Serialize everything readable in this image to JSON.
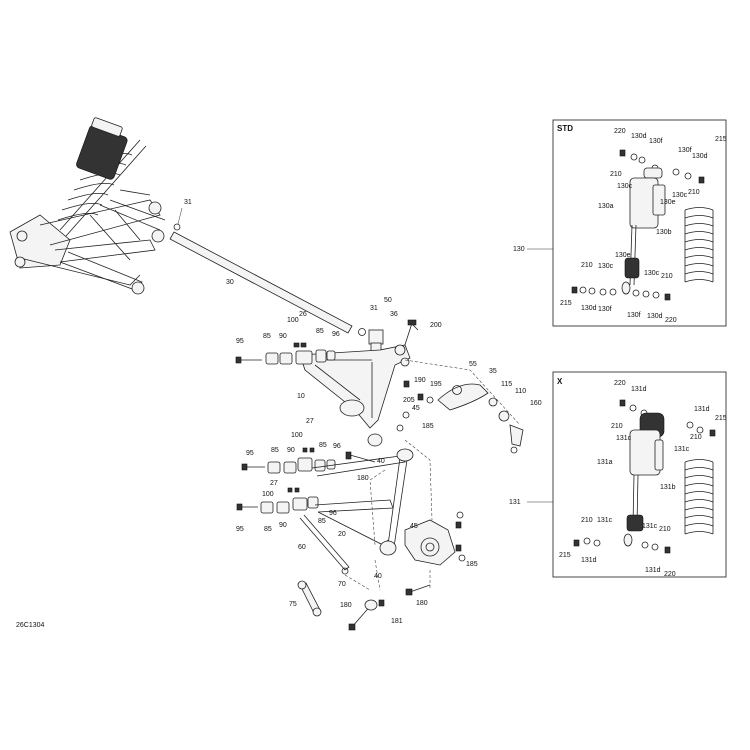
{
  "diagram_code": "26C1304",
  "boxes": {
    "std_title": "STD",
    "x_title": "X"
  },
  "labels": {
    "l31a": "31",
    "l30": "30",
    "l31b": "31",
    "l50": "50",
    "l36": "36",
    "l200": "200",
    "l95a": "95",
    "l85a": "85",
    "l100a": "100",
    "l90a": "90",
    "l26": "26",
    "l85b": "85",
    "l96a": "96",
    "l10": "10",
    "l55": "55",
    "l190": "190",
    "l195": "195",
    "l205": "205",
    "l35": "35",
    "l115": "115",
    "l110": "110",
    "l160": "160",
    "l45a": "45",
    "l185a": "185",
    "l27a": "27",
    "l100b": "100",
    "l85c": "85",
    "l96b": "96",
    "l95b": "95",
    "l85d": "85",
    "l90b": "90",
    "l40a": "40",
    "l180a": "180",
    "l27b": "27",
    "l100c": "100",
    "l95c": "95",
    "l85e": "85",
    "l90c": "90",
    "l85f": "85",
    "l96c": "96",
    "l20": "20",
    "l60": "60",
    "l45b": "45",
    "l185b": "185",
    "l40b": "40",
    "l70": "70",
    "l75": "75",
    "l180b": "180",
    "l181": "181",
    "l180c": "180",
    "l130": "130",
    "l131": "131",
    "s220a": "220",
    "s130d_a": "130d",
    "s130f_a": "130f",
    "s210a": "210",
    "s130c_a": "130c",
    "s130a": "130a",
    "s130b": "130b",
    "s130e_a": "130e",
    "s130f_b": "130f",
    "s130d_b": "130d",
    "s215a": "215",
    "s130c_b": "130c",
    "s210b": "210",
    "s210c": "210",
    "s130c_c": "130c",
    "s130e_b": "130e",
    "s130c_d": "130c",
    "s210d": "210",
    "s215b": "215",
    "s130d_c": "130d",
    "s130f_c": "130f",
    "s130f_d": "130f",
    "s130d_d": "130d",
    "s220b": "220",
    "x220a": "220",
    "x131d_a": "131d",
    "x210a": "210",
    "x131c_a": "131c",
    "x131d_b": "131d",
    "x215a": "215",
    "x131c_b": "131c",
    "x210b": "210",
    "x131a": "131a",
    "x131b": "131b",
    "x210c": "210",
    "x131c_c": "131c",
    "x131c_d": "131c",
    "x210d": "210",
    "x215b": "215",
    "x131d_c": "131d",
    "x131d_d": "131d",
    "x220b": "220"
  }
}
